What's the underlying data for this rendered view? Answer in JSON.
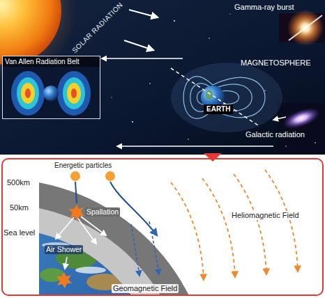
{
  "diagram": {
    "nodes": [
      {
        "text": [
          "Van Allen Radiation Belt"
        ]
      },
      {
        "text": [
          "EARTH"
        ]
      }
    ],
    "labels": [
      "SOLAR RADIATION",
      "Gamma-ray burst",
      "MAGNETOSPHERE",
      "Galactic radiation",
      "Energetic particles",
      "500km",
      "50km",
      "Sea level",
      "Spallation",
      "Air Shower",
      "Heliomagnetic Field",
      "Geomagnetic Field"
    ]
  }
}
